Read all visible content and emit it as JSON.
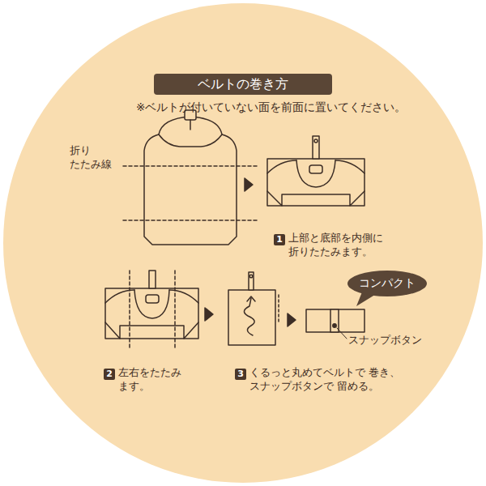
{
  "diagram": {
    "title": "ベルトの巻き方",
    "nodes": [
      {
        "text": [
          "コンパクト"
        ]
      }
    ],
    "labels": [
      "※ベルトが付いていない面を前面に置いてください。",
      "折り たたみ線",
      "1",
      "上部と底部を内側に 折りたたみます。",
      "2",
      "左右をたたみ ます。",
      "3",
      "くるっと丸めてベルトで 巻き、スナップボタンで 留める。",
      "スナップボタン"
    ]
  }
}
